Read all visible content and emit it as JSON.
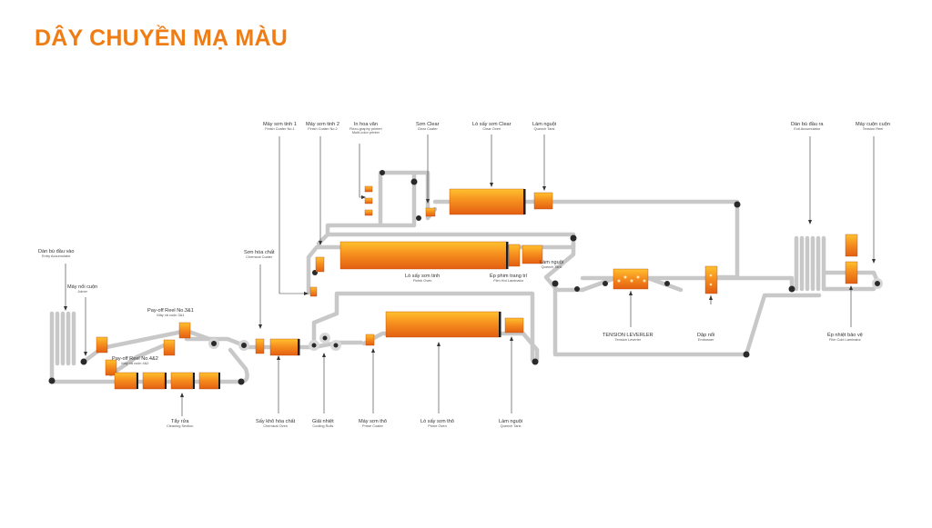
{
  "title": "DÂY CHUYỀN MẠ MÀU",
  "colors": {
    "accent": "#ef7d16",
    "belt": "#c8c8c8",
    "dark": "#2a2a2a"
  },
  "labels": {
    "entry_accumulator": {
      "vi": "Dàn bù đầu vào",
      "en": "Entry Accumulator"
    },
    "joiner": {
      "vi": "Máy nối cuộn",
      "en": "Joiner"
    },
    "payoff_31": {
      "vi": "Pay-off Reel No.3&1",
      "en": "Máy xả cuộn 3&1"
    },
    "payoff_42": {
      "vi": "Pay-off Reel No.4&2",
      "en": "Máy xả cuộn 4&2"
    },
    "cleaning": {
      "vi": "Tẩy rửa",
      "en": "Cleaning Section"
    },
    "chemical_coater": {
      "vi": "Sơn hóa chất",
      "en": "Chemical Coater"
    },
    "chemical_oven": {
      "vi": "Sấy khô hóa chất",
      "en": "Chemical Oven"
    },
    "cooling_rolls": {
      "vi": "Giải nhiệt",
      "en": "Cooling Rolls"
    },
    "prime_coater": {
      "vi": "Máy sơn thô",
      "en": "Prime Coater"
    },
    "prime_oven": {
      "vi": "Lò sấy sơn thô",
      "en": "Prime Oven"
    },
    "quench_bottom": {
      "vi": "Làm nguội",
      "en": "Quench Tank"
    },
    "finish_coater_1": {
      "vi": "Máy sơn tinh 1",
      "en": "Finish Coater No.1"
    },
    "finish_coater_2": {
      "vi": "Máy sơn tinh 2",
      "en": "Finish Coater No.2"
    },
    "printer": {
      "vi": "In hoa văn",
      "en": "Flexo-graphy printer/",
      "en2": "Multi-color printer"
    },
    "clear_coater": {
      "vi": "Sơn Clear",
      "en": "Clear Coater"
    },
    "clear_oven": {
      "vi": "Lò sấy sơn Clear",
      "en": "Clear Oven"
    },
    "quench_top": {
      "vi": "Làm nguội",
      "en": "Quench Tank"
    },
    "finish_oven": {
      "vi": "Lò sấy sơn tinh",
      "en": "Finish Oven"
    },
    "hot_laminator": {
      "vi": "Ép phim trang trí",
      "en": "Film Hot Laminator"
    },
    "quench_mid": {
      "vi": "Làm nguội",
      "en": "Quench Tank"
    },
    "tension_leveler": {
      "vi": "TENSION LEVERLER",
      "en": "Tension Leverler"
    },
    "embosser": {
      "vi": "Dập nổi",
      "en": "Embosser"
    },
    "exit_accumulator": {
      "vi": "Dàn bù đầu ra",
      "en": "Exit Accumulator"
    },
    "tension_reel": {
      "vi": "Máy cuộn cuộn",
      "en": "Tension Reel"
    },
    "cold_laminator": {
      "vi": "Ép nhiệt bảo vệ",
      "en": "Film Cold Laminator"
    }
  }
}
